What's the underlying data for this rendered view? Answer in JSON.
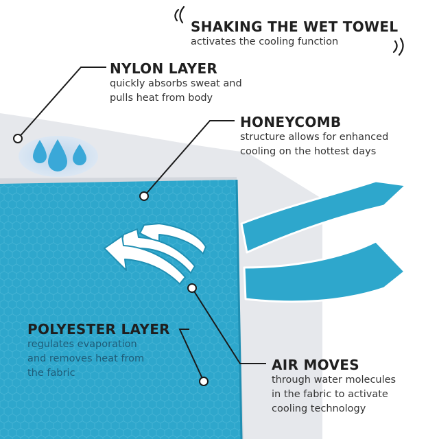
{
  "colors": {
    "fabric_blue": "#2ea7cc",
    "fabric_edge": "#1f8fb3",
    "gray_layer": "#e6e8ec",
    "air_blue": "#2ea7cc",
    "leader_line": "#1a1a1a",
    "drop_blue": "#3aa8d8",
    "drop_glow": "#c9def1"
  },
  "icons": [
    "sound-waves-icon",
    "water-drops-icon",
    "air-arrows-icon",
    "wind-ribbons-icon"
  ],
  "callouts": {
    "shaking": {
      "title": "SHAKING THE WET TOWEL",
      "lines": [
        "activates the cooling function"
      ]
    },
    "nylon": {
      "title": "NYLON LAYER",
      "lines": [
        "quickly absorbs sweat and",
        "pulls heat from body"
      ]
    },
    "honeycomb": {
      "title": "HONEYCOMB",
      "lines": [
        "structure allows for enhanced",
        "cooling on the hottest days"
      ]
    },
    "polyester": {
      "title": "POLYESTER LAYER",
      "lines": [
        "regulates evaporation",
        "and removes heat from",
        "the fabric"
      ]
    },
    "air": {
      "title": "AIR MOVES",
      "lines": [
        "through water molecules",
        "in the fabric to activate",
        "cooling technology"
      ]
    }
  }
}
